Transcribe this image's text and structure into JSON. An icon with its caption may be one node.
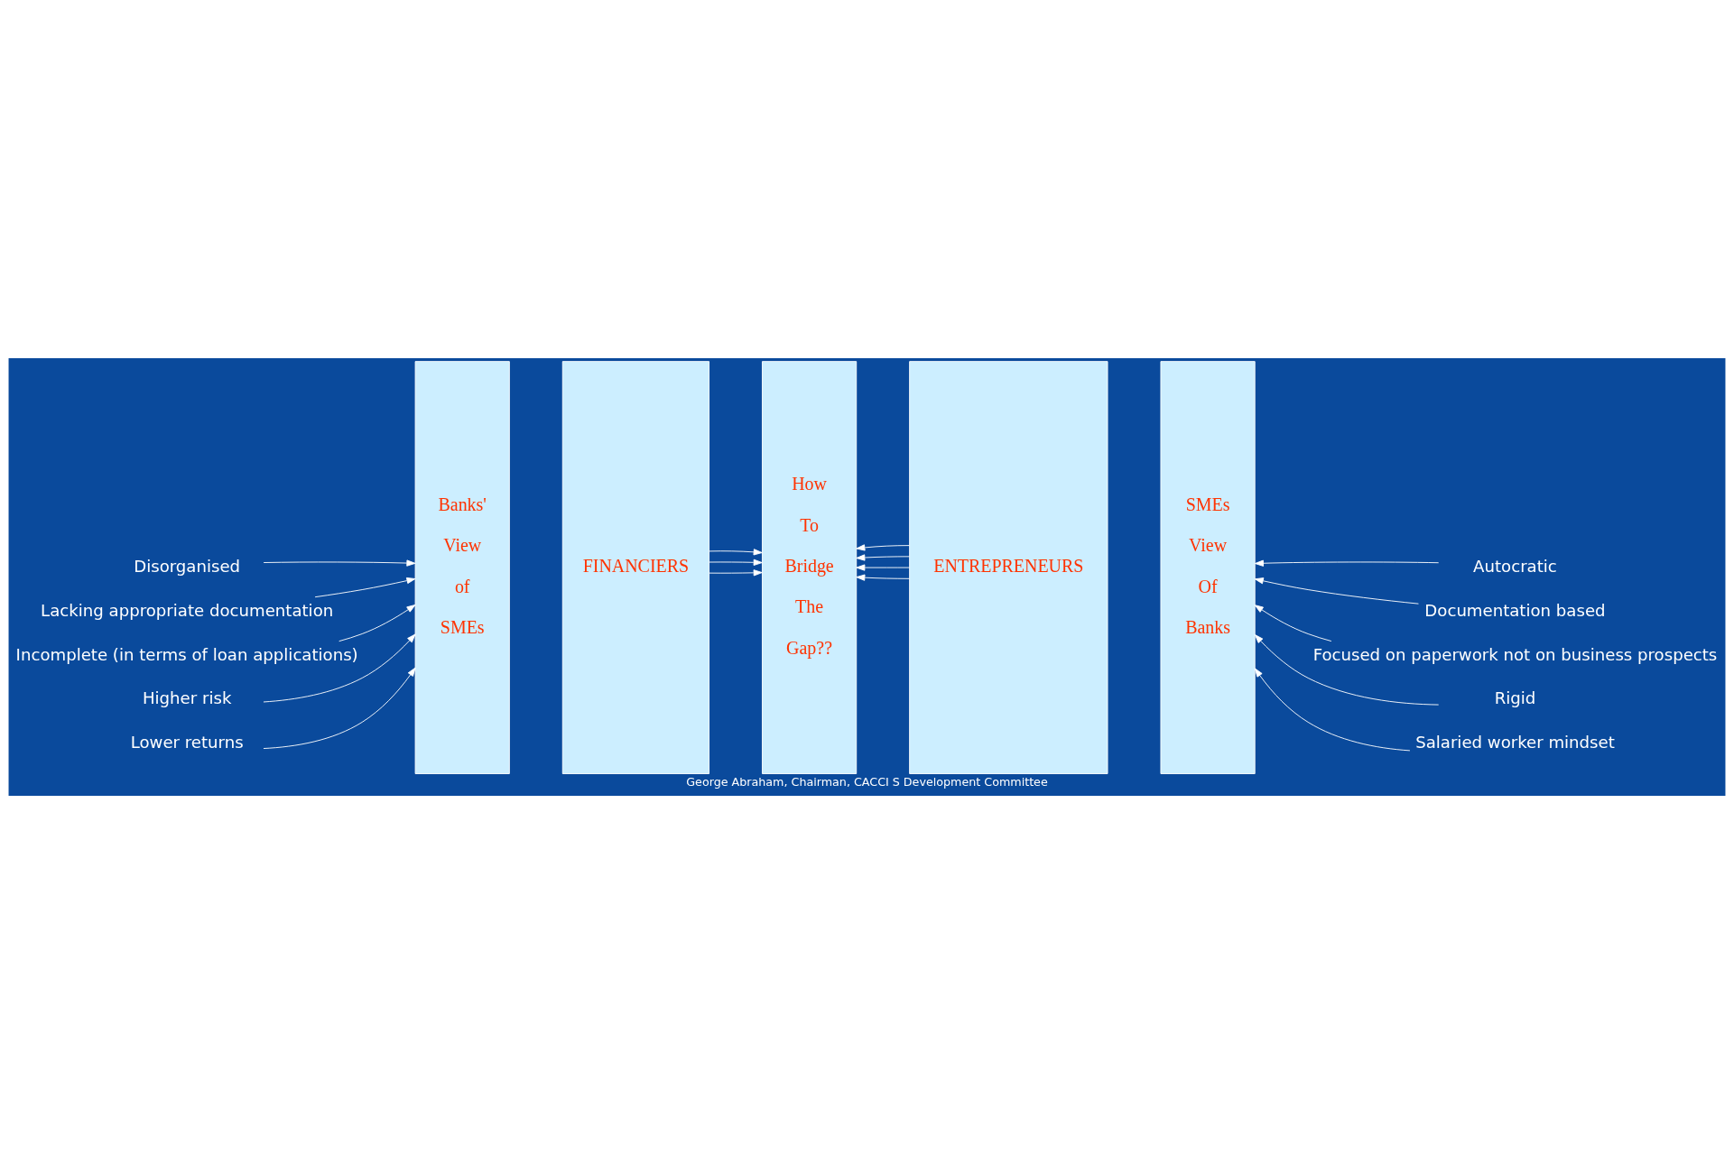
{
  "diagram": {
    "caption": "George Abraham, Chairman, CACCI S Development Committee",
    "nodes": [
      {
        "text": [
          "Disorganised"
        ]
      },
      {
        "text": [
          "Lacking appropriate documentation"
        ]
      },
      {
        "text": [
          "Incomplete (in terms of loan applications)"
        ]
      },
      {
        "text": [
          "Higher risk"
        ]
      },
      {
        "text": [
          "Lower returns"
        ]
      },
      {
        "text": [
          "Banks' View of SMEs"
        ]
      },
      {
        "text": [
          "FINANCIERS"
        ]
      },
      {
        "text": [
          "How To Bridge The Gap??"
        ]
      },
      {
        "text": [
          "ENTREPRENEURS"
        ]
      },
      {
        "text": [
          "SMEs View Of Banks"
        ]
      },
      {
        "text": [
          "Autocratic"
        ]
      },
      {
        "text": [
          "Documentation based"
        ]
      },
      {
        "text": [
          "Focused on paperwork not on business prospects"
        ]
      },
      {
        "text": [
          "Rigid"
        ]
      },
      {
        "text": [
          "Salaried worker mindset"
        ]
      }
    ],
    "edges": [
      {
        "from": 0,
        "to": 5,
        "arrow": "to"
      },
      {
        "from": 1,
        "to": 5,
        "arrow": "to"
      },
      {
        "from": 2,
        "to": 5,
        "arrow": "to"
      },
      {
        "from": 3,
        "to": 5,
        "arrow": "to"
      },
      {
        "from": 4,
        "to": 5,
        "arrow": "to"
      },
      {
        "from": 6,
        "to": 7,
        "arrow": "to"
      },
      {
        "from": 6,
        "to": 7,
        "arrow": "to"
      },
      {
        "from": 6,
        "to": 7,
        "arrow": "to"
      },
      {
        "from": 8,
        "to": 7,
        "arrow": "to"
      },
      {
        "from": 8,
        "to": 7,
        "arrow": "to"
      },
      {
        "from": 8,
        "to": 7,
        "arrow": "to"
      },
      {
        "from": 8,
        "to": 7,
        "arrow": "to"
      },
      {
        "from": 10,
        "to": 9,
        "arrow": "to"
      },
      {
        "from": 11,
        "to": 9,
        "arrow": "to"
      },
      {
        "from": 12,
        "to": 9,
        "arrow": "to"
      },
      {
        "from": 13,
        "to": 9,
        "arrow": "to"
      },
      {
        "from": 14,
        "to": 9,
        "arrow": "to"
      }
    ]
  }
}
